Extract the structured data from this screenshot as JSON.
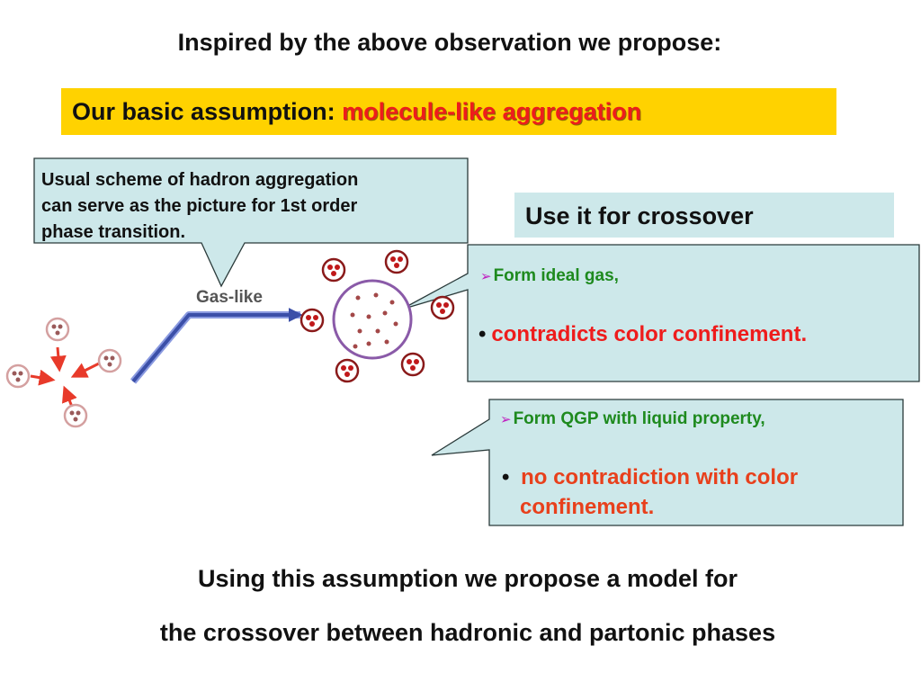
{
  "heading": "Inspired by the above observation we propose:",
  "assumption": {
    "label": "Our basic assumption: ",
    "highlight": "molecule-like aggregation"
  },
  "callout_usual": {
    "lines": [
      "Usual scheme of hadron aggregation",
      "can serve as the picture for 1st order",
      "phase transition."
    ]
  },
  "crossover_box": "Use it for crossover",
  "diagram": {
    "gas_label": "Gas-like"
  },
  "callout_gas": {
    "item": "Form ideal gas,",
    "bullet": "contradicts color confinement."
  },
  "callout_qgp": {
    "item": "Form QGP with liquid property,",
    "bullet_line1": "no contradiction with color",
    "bullet_line2": "confinement."
  },
  "bottom": {
    "line1": "Using this assumption we propose a model for",
    "line2": "the crossover between hadronic and partonic phases"
  },
  "colors": {
    "yellow_bar": "#ffd200",
    "callout_fill": "#cde8ea",
    "red_text": "#ee1c1c",
    "green_text": "#1e8a1e"
  }
}
